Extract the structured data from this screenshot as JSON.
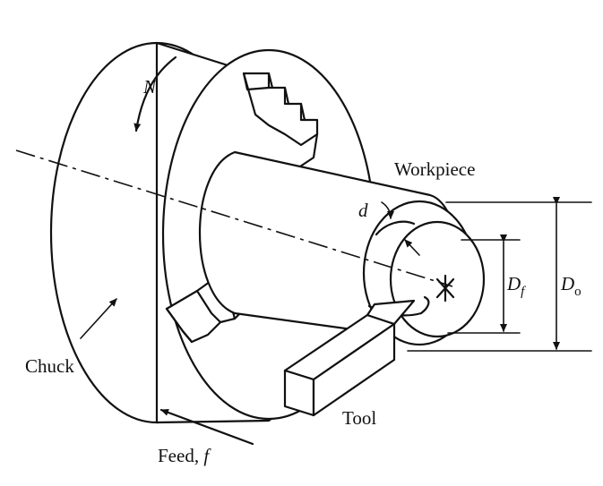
{
  "labels": {
    "rotation": "N",
    "workpiece": "Workpiece",
    "depth": "d",
    "final_diameter_main": "D",
    "final_diameter_sub": "f",
    "original_diameter_main": "D",
    "original_diameter_sub": "o",
    "chuck": "Chuck",
    "tool": "Tool",
    "feed": "Feed, ",
    "feed_symbol": "f"
  }
}
